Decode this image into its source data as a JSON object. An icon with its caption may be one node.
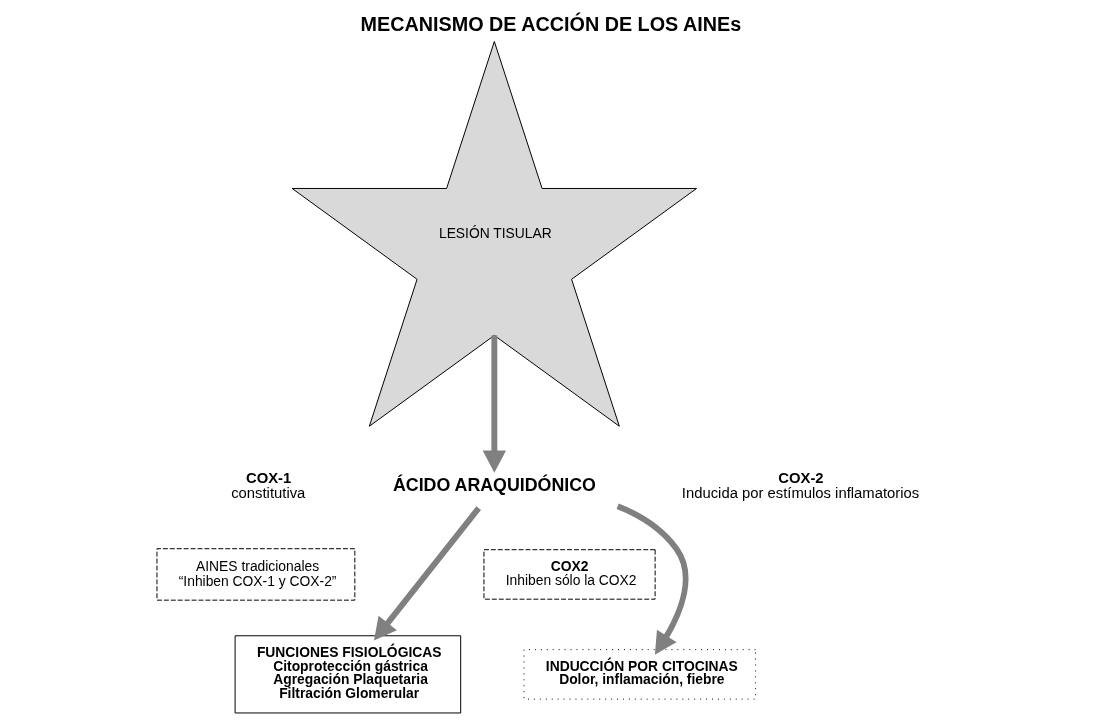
{
  "diagram": {
    "title": "MECANISMO DE ACCIÓN DE LOS AINEs",
    "nodes": [
      {
        "text": [
          "LESIÓN TISULAR"
        ]
      },
      {
        "text": [
          "ÁCIDO ARAQUIDÓNICO"
        ]
      },
      {
        "text": [
          "AINES tradicionales",
          "“Inhiben COX-1 y COX-2”"
        ]
      },
      {
        "text": [
          "COX2",
          "Inhiben sólo la COX2"
        ]
      },
      {
        "text": [
          "FUNCIONES FISIOLÓGICAS",
          "Citoprotección gástrica",
          "Agregación Plaquetaria",
          "Filtración Glomerular"
        ]
      },
      {
        "text": [
          "INDUCCIÓN POR CITOCINAS",
          "Dolor, inflamación, fiebre"
        ]
      }
    ],
    "edges": [
      {
        "from": 0,
        "to": 1,
        "arrow": "to"
      },
      {
        "from": 1,
        "to": 4,
        "arrow": "to"
      },
      {
        "from": 1,
        "to": 5,
        "arrow": "to"
      }
    ],
    "labels": [
      "COX-1",
      "constitutiva",
      "COX-2",
      "Inducida por estímulos inflamatorios"
    ]
  }
}
